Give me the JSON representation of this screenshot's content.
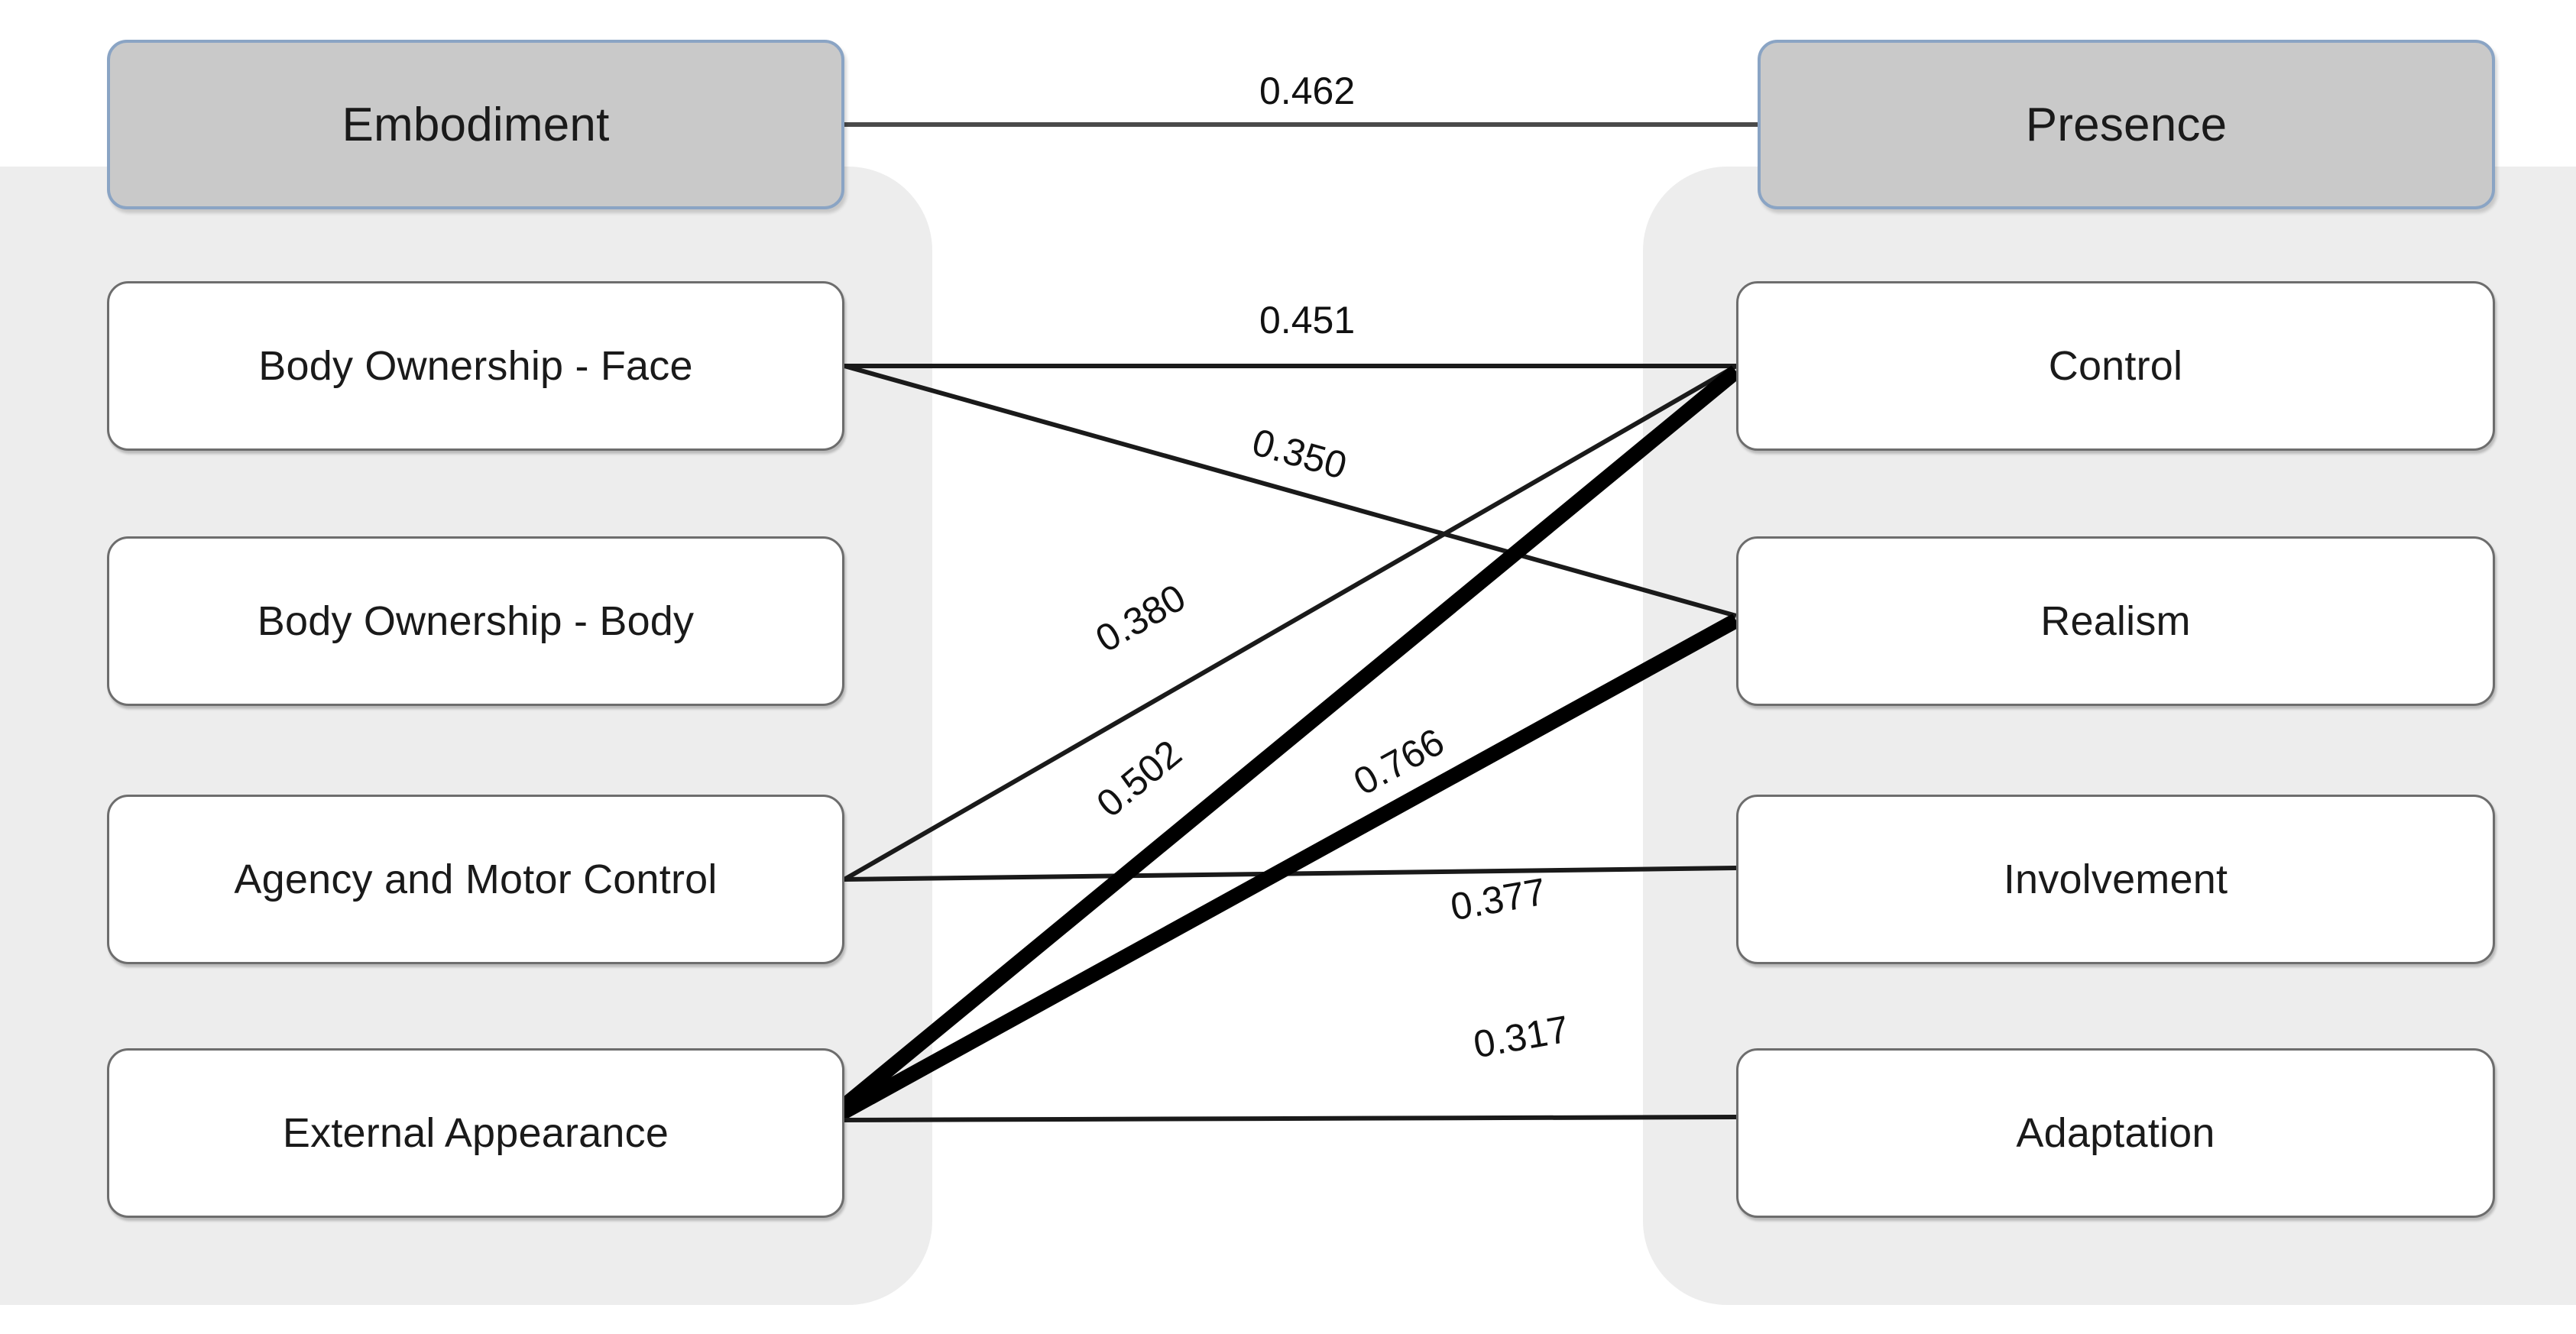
{
  "diagram": {
    "type": "path-model",
    "groups": [
      {
        "id": "embodiment",
        "title": "Embodiment",
        "side": "left"
      },
      {
        "id": "presence",
        "title": "Presence",
        "side": "right"
      }
    ],
    "left_nodes": [
      {
        "id": "bo-face",
        "label": "Body Ownership - Face"
      },
      {
        "id": "bo-body",
        "label": "Body Ownership - Body"
      },
      {
        "id": "agency",
        "label": "Agency and Motor Control"
      },
      {
        "id": "external",
        "label": "External Appearance"
      }
    ],
    "right_nodes": [
      {
        "id": "control",
        "label": "Control"
      },
      {
        "id": "realism",
        "label": "Realism"
      },
      {
        "id": "involvement",
        "label": "Involvement"
      },
      {
        "id": "adaptation",
        "label": "Adaptation"
      }
    ],
    "edges": [
      {
        "id": "e-embodiment-presence",
        "from": "Embodiment",
        "to": "Presence",
        "value": "0.462",
        "weight": "thin"
      },
      {
        "id": "e-face-control",
        "from": "Body Ownership - Face",
        "to": "Control",
        "value": "0.451",
        "weight": "thin"
      },
      {
        "id": "e-face-realism",
        "from": "Body Ownership - Face",
        "to": "Realism",
        "value": "0.350",
        "weight": "thin"
      },
      {
        "id": "e-agency-control",
        "from": "Agency and Motor Control",
        "to": "Control",
        "value": "0.380",
        "weight": "thin"
      },
      {
        "id": "e-agency-involvement",
        "from": "Agency and Motor Control",
        "to": "Involvement",
        "value": "0.377",
        "weight": "thin"
      },
      {
        "id": "e-external-control",
        "from": "External Appearance",
        "to": "Control",
        "value": "0.502",
        "weight": "thick"
      },
      {
        "id": "e-external-realism",
        "from": "External Appearance",
        "to": "Realism",
        "value": "0.766",
        "weight": "thick"
      },
      {
        "id": "e-external-adaptation",
        "from": "External Appearance",
        "to": "Adaptation",
        "value": "0.317",
        "weight": "thin"
      }
    ],
    "colors": {
      "panel_background": "#ededed",
      "construct_fill": "#c9c9c9",
      "construct_border": "#8aa4c4",
      "node_fill": "#ffffff",
      "node_border": "#6d6d6d",
      "edge_thin": "#4a4a4a",
      "edge_thick": "#000000",
      "text": "#1a1a1a",
      "canvas": "#ffffff"
    }
  },
  "chart_data": {
    "type": "diagram",
    "title": "Embodiment to Presence structural path model",
    "nodes": [
      "Embodiment",
      "Body Ownership - Face",
      "Body Ownership - Body",
      "Agency and Motor Control",
      "External Appearance",
      "Presence",
      "Control",
      "Realism",
      "Involvement",
      "Adaptation"
    ],
    "links": [
      {
        "source": "Embodiment",
        "target": "Presence",
        "value": 0.462
      },
      {
        "source": "Body Ownership - Face",
        "target": "Control",
        "value": 0.451
      },
      {
        "source": "Body Ownership - Face",
        "target": "Realism",
        "value": 0.35
      },
      {
        "source": "Agency and Motor Control",
        "target": "Control",
        "value": 0.38
      },
      {
        "source": "Agency and Motor Control",
        "target": "Involvement",
        "value": 0.377
      },
      {
        "source": "External Appearance",
        "target": "Control",
        "value": 0.502
      },
      {
        "source": "External Appearance",
        "target": "Realism",
        "value": 0.766
      },
      {
        "source": "External Appearance",
        "target": "Adaptation",
        "value": 0.317
      }
    ]
  }
}
